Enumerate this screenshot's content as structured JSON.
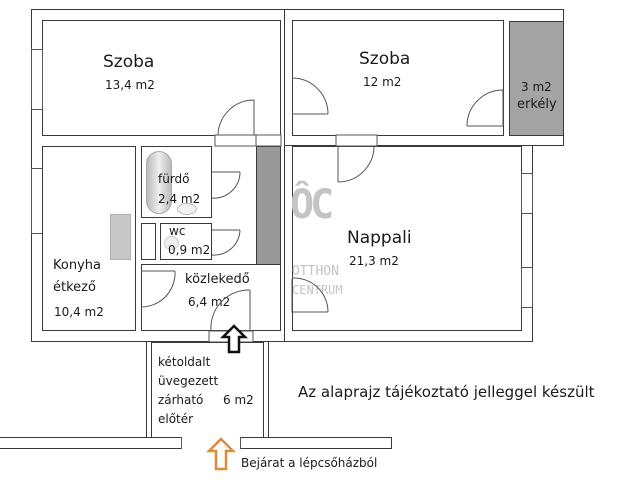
{
  "plan": {
    "rooms": [
      {
        "id": "szoba1",
        "name": "Szoba",
        "area": "13,4 m2"
      },
      {
        "id": "szoba2",
        "name": "Szoba",
        "area": "12 m2"
      },
      {
        "id": "erkely",
        "name": "erkély",
        "area": "3 m2"
      },
      {
        "id": "furdo",
        "name": "fürdő",
        "area": "2,4 m2"
      },
      {
        "id": "wc",
        "name": "wc",
        "area": "0,9 m2"
      },
      {
        "id": "konyha",
        "name_line1": "Konyha",
        "name_line2": "étkező",
        "area": "10,4 m2"
      },
      {
        "id": "kozlekedo",
        "name": "közlekedő",
        "area": "6,4 m2"
      },
      {
        "id": "nappali",
        "name": "Nappali",
        "area": "21,3 m2"
      },
      {
        "id": "eloter",
        "lines": [
          "kétoldalt",
          "üvegezett",
          "zárható",
          "előtér"
        ],
        "area": "6 m2"
      }
    ],
    "note": "Az alaprajz tájékoztató jelleggel készült",
    "entrance_label": "Bejárat a lépcsőházból",
    "watermark": {
      "logo": "ÔC",
      "line1": "OTTHON",
      "line2": "CENTRUM"
    },
    "colors": {
      "wall": "#3a3a3a",
      "balcony": "#a4a4a4",
      "entrance_arrow": "#e08a3c",
      "inner_arrow": "#111111",
      "watermark": "#c4c4c4"
    }
  }
}
